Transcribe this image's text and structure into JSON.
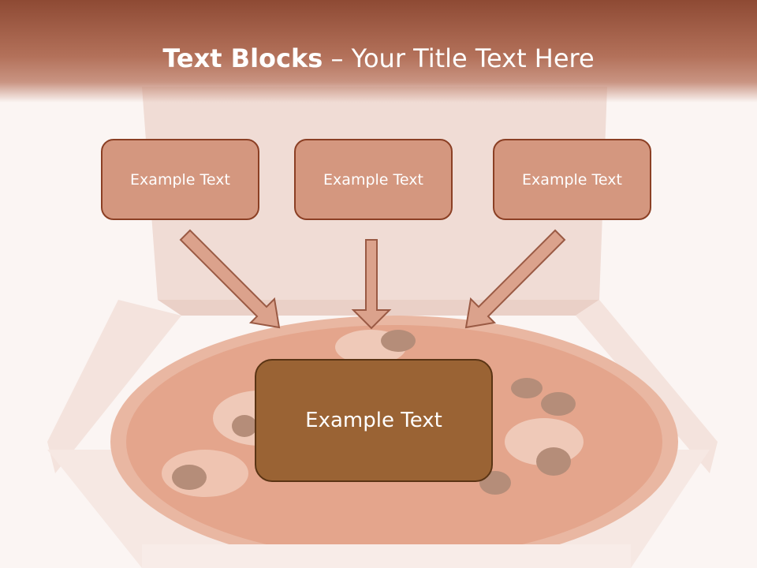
{
  "slide": {
    "title_bold": "Text Blocks",
    "title_rest": " – Your Title Text Here"
  },
  "blocks": {
    "top": [
      "Example Text",
      "Example Text",
      "Example Text"
    ],
    "center": "Example Text"
  },
  "colors": {
    "header": "#8e4a34",
    "small_block_fill": "#d4977f",
    "small_block_border": "#8b3f24",
    "center_block_fill": "#9a6334",
    "arrow_fill": "#dba28c",
    "arrow_stroke": "#9a5a44"
  }
}
